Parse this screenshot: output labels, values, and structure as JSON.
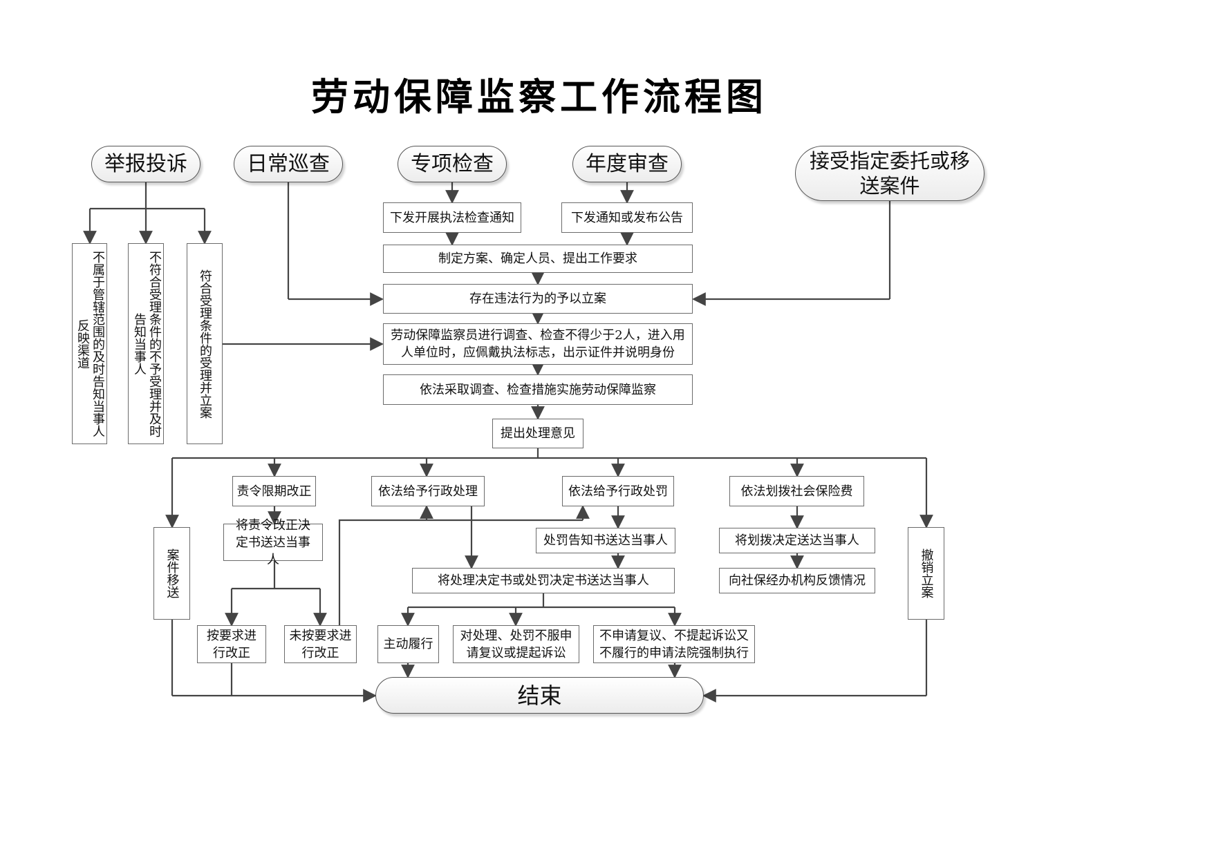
{
  "title": "劳动保障监察工作流程图",
  "sources": {
    "complaint": "举报投诉",
    "daily_patrol": "日常巡查",
    "special_inspection": "专项检查",
    "annual_review": "年度审查",
    "assigned_transfer": "接受指定委托或移送案件"
  },
  "complaint_branches": {
    "out_of_jurisdiction": "不属于管辖范围的及时告知当事人反映渠道",
    "not_accepted": "不符合受理条件的不予受理并及时告知当事人",
    "accepted": "符合受理条件的受理并立案"
  },
  "main_flow": {
    "issue_inspection_notice": "下发开展执法检查通知",
    "issue_notice_or_announcement": "下发通知或发布公告",
    "make_plan": "制定方案、确定人员、提出工作要求",
    "file_case": "存在违法行为的予以立案",
    "investigate": "劳动保障监察员进行调查、检查不得少于2人，进入用人单位时，应佩戴执法标志，出示证件并说明身份",
    "take_measures": "依法采取调查、检查措施实施劳动保障监察",
    "propose_opinion": "提出处理意见"
  },
  "outcomes": {
    "case_transfer": "案件移送",
    "order_correction": "责令限期改正",
    "admin_handling": "依法给予行政处理",
    "admin_penalty": "依法给予行政处罚",
    "transfer_insurance": "依法划拨社会保险费",
    "revoke_case": "撤销立案"
  },
  "followups": {
    "deliver_correction_decision": "将责令改正决定书送达当事人",
    "corrected": "按要求进行改正",
    "not_corrected": "未按要求进行改正",
    "penalty_notice": "处罚告知书送达当事人",
    "deliver_decision": "将处理决定书或处罚决定书送达当事人",
    "deliver_transfer_decision": "将划拨决定送达当事人",
    "feedback_social_security": "向社保经办机构反馈情况",
    "voluntary_compliance": "主动履行",
    "appeal": "对处理、处罚不服申请复议或提起诉讼",
    "court_enforcement": "不申请复议、不提起诉讼又不履行的申请法院强制执行"
  },
  "end": "结束"
}
